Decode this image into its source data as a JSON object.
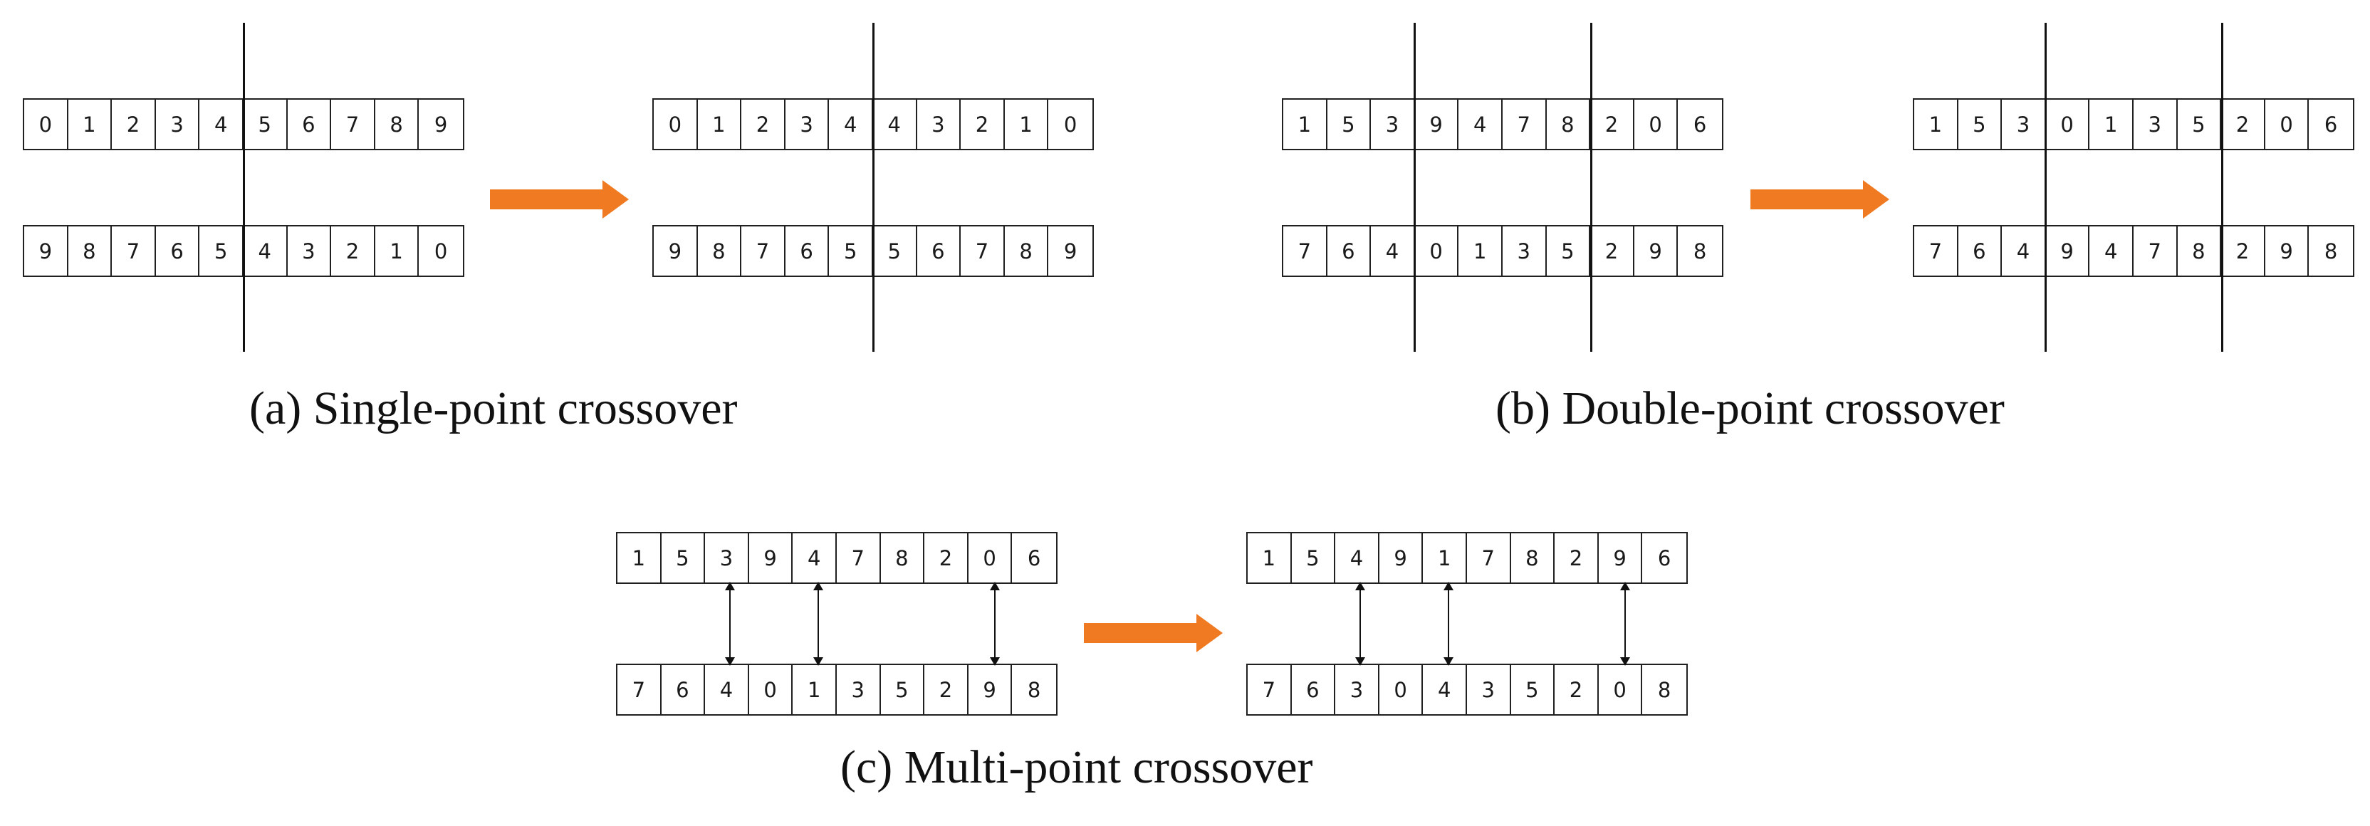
{
  "colors": {
    "arrow": "#f07a22",
    "line": "#111111",
    "cell_border": "#202020"
  },
  "panels": {
    "single": {
      "caption": "(a) Single-point crossover",
      "before": [
        [
          "0",
          "1",
          "2",
          "3",
          "4",
          "5",
          "6",
          "7",
          "8",
          "9"
        ],
        [
          "9",
          "8",
          "7",
          "6",
          "5",
          "4",
          "3",
          "2",
          "1",
          "0"
        ]
      ],
      "after": [
        [
          "0",
          "1",
          "2",
          "3",
          "4",
          "4",
          "3",
          "2",
          "1",
          "0"
        ],
        [
          "9",
          "8",
          "7",
          "6",
          "5",
          "5",
          "6",
          "7",
          "8",
          "9"
        ]
      ],
      "cut_points": [
        5
      ]
    },
    "double": {
      "caption": "(b) Double-point crossover",
      "before": [
        [
          "1",
          "5",
          "3",
          "9",
          "4",
          "7",
          "8",
          "2",
          "0",
          "6"
        ],
        [
          "7",
          "6",
          "4",
          "0",
          "1",
          "3",
          "5",
          "2",
          "9",
          "8"
        ]
      ],
      "after": [
        [
          "1",
          "5",
          "3",
          "0",
          "1",
          "3",
          "5",
          "2",
          "0",
          "6"
        ],
        [
          "7",
          "6",
          "4",
          "9",
          "4",
          "7",
          "8",
          "2",
          "9",
          "8"
        ]
      ],
      "cut_points": [
        3,
        7
      ]
    },
    "multi": {
      "caption": "(c) Multi-point crossover",
      "before": [
        [
          "1",
          "5",
          "3",
          "9",
          "4",
          "7",
          "8",
          "2",
          "0",
          "6"
        ],
        [
          "7",
          "6",
          "4",
          "0",
          "1",
          "3",
          "5",
          "2",
          "9",
          "8"
        ]
      ],
      "after": [
        [
          "1",
          "5",
          "4",
          "9",
          "1",
          "7",
          "8",
          "2",
          "9",
          "6"
        ],
        [
          "7",
          "6",
          "3",
          "0",
          "4",
          "3",
          "5",
          "2",
          "0",
          "8"
        ]
      ],
      "swap_points": [
        2,
        4,
        8
      ]
    }
  }
}
